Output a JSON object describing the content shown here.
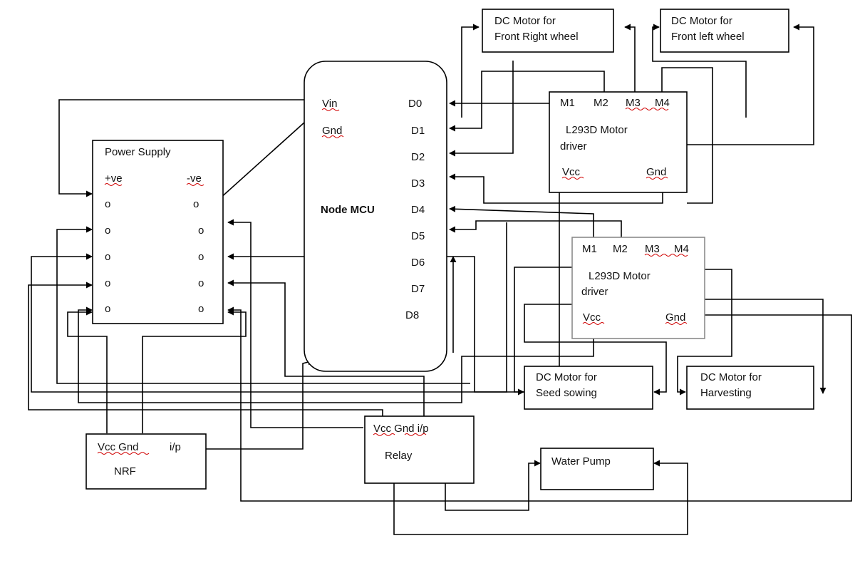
{
  "node_mcu": {
    "title": "Node MCU",
    "pins_left": [
      "Vin",
      "Gnd"
    ],
    "pins_right": [
      "D0",
      "D1",
      "D2",
      "D3",
      "D4",
      "D5",
      "D6",
      "D7",
      "D8"
    ]
  },
  "power_supply": {
    "title": "Power Supply",
    "pos_label": "+ve",
    "neg_label": "-ve",
    "pos_terminals": [
      "o",
      "o",
      "o",
      "o",
      "o"
    ],
    "neg_terminals": [
      "o",
      "o",
      "o",
      "o",
      "o"
    ]
  },
  "motor_front_right": {
    "line1": "DC Motor for",
    "line2": "Front Right  wheel"
  },
  "motor_front_left": {
    "line1": "DC Motor for",
    "line2": "Front left wheel"
  },
  "driver1": {
    "pins": [
      "M1",
      "M2",
      "M3",
      "M4"
    ],
    "title1": "L293D Motor",
    "title2": "driver",
    "vcc": "Vcc",
    "gnd": "Gnd"
  },
  "driver2": {
    "pins": [
      "M1",
      "M2",
      "M3",
      "M4"
    ],
    "title1": "L293D Motor",
    "title2": "driver",
    "vcc": "Vcc",
    "gnd": "Gnd"
  },
  "motor_seed": {
    "line1": "DC Motor for",
    "line2": "Seed sowing"
  },
  "motor_harvest": {
    "line1": "DC Motor for",
    "line2": "Harvesting"
  },
  "nrf": {
    "pins": "Vcc Gnd",
    "ip": "i/p",
    "title": "NRF"
  },
  "relay": {
    "pins": "Vcc  Gnd  i/p",
    "title": "Relay"
  },
  "water_pump": {
    "title": "Water Pump"
  }
}
